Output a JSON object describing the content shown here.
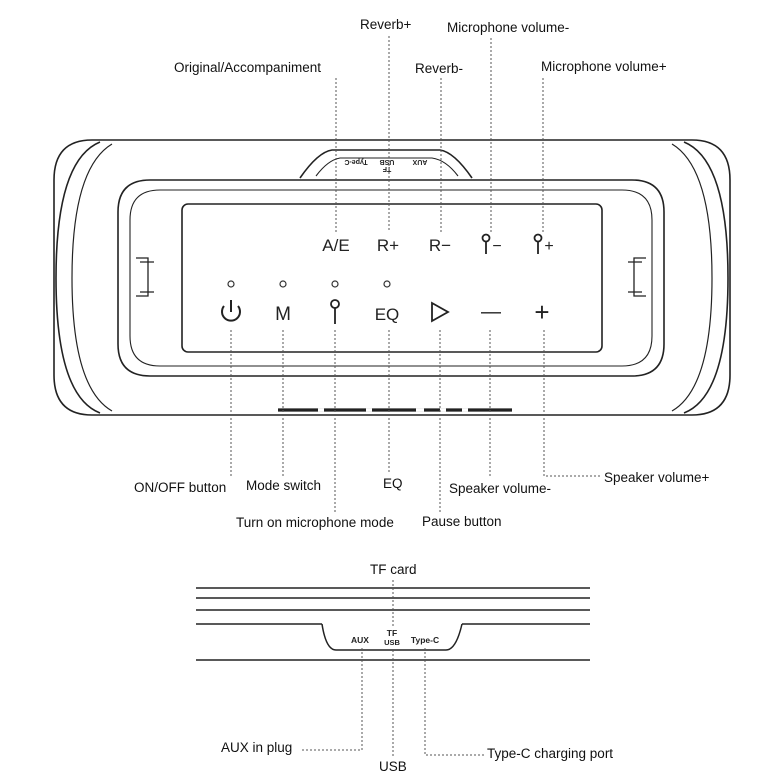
{
  "labels": {
    "reverb_plus": "Reverb+",
    "mic_volume_minus": "Microphone volume-",
    "original_accompaniment": "Original/Accompaniment",
    "reverb_minus": "Reverb-",
    "mic_volume_plus": "Microphone volume+",
    "on_off": "ON/OFF button",
    "mode_switch": "Mode switch",
    "eq": "EQ",
    "speaker_volume_minus": "Speaker volume-",
    "speaker_volume_plus": "Speaker volume+",
    "mic_mode": "Turn on microphone mode",
    "pause": "Pause button",
    "tf_card": "TF card",
    "aux_plug": "AUX in plug",
    "usb": "USB",
    "typec_port": "Type-C charging port"
  },
  "panel_glyphs": {
    "ae": "A/E",
    "r_plus": "R+",
    "r_minus": "R−",
    "m": "M",
    "eq": "EQ",
    "minus": "—",
    "plus": "+"
  },
  "port_labels": {
    "aux": "AUX",
    "tf": "TF",
    "usb": "USB",
    "typec": "Type-C"
  },
  "icons": {
    "power": "power-icon",
    "mic": "microphone-icon",
    "play": "play-icon"
  }
}
